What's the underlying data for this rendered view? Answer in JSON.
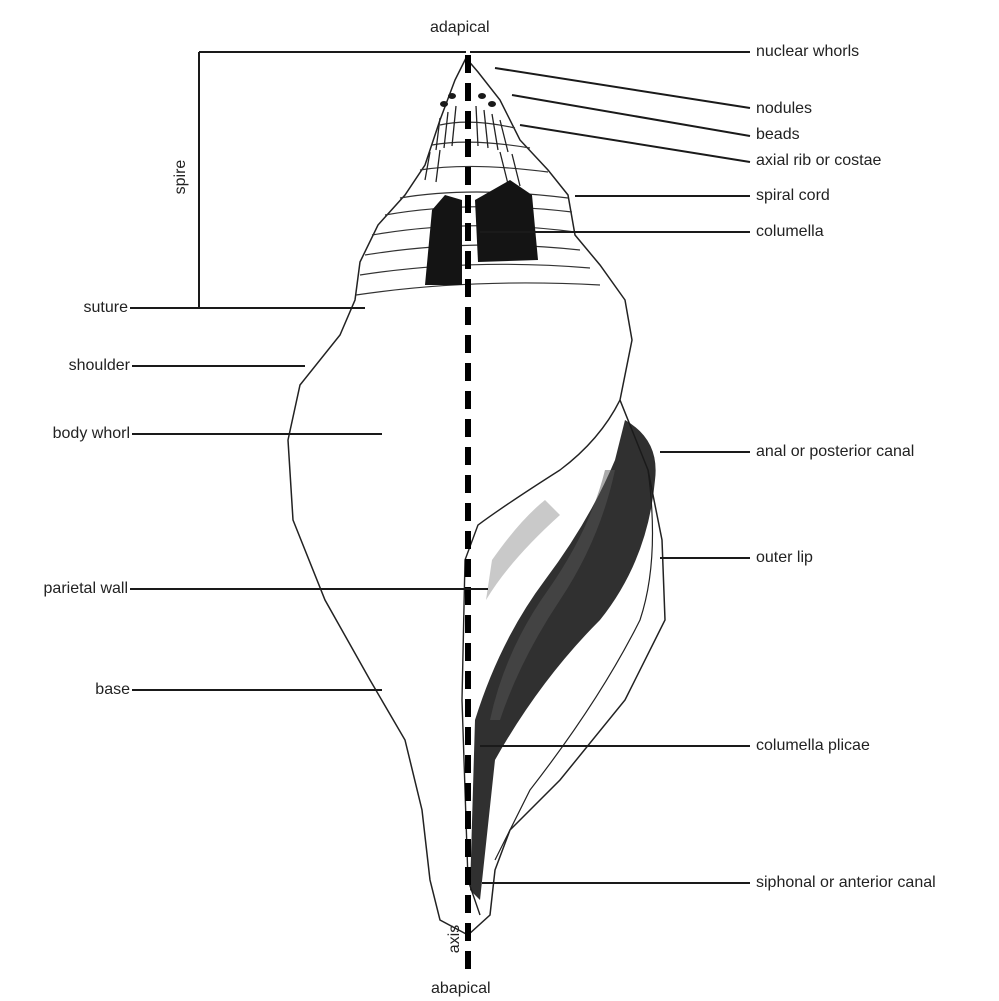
{
  "colors": {
    "ink": "#151515",
    "line": "#1a1a1a",
    "background": "#ffffff"
  },
  "labels": {
    "adapical": "adapical",
    "abapical": "abapical",
    "axis": "axis",
    "spire": "spire",
    "nuclear_whorls": "nuclear whorls",
    "nodules": "nodules",
    "beads": "beads",
    "axial_rib": "axial rib or costae",
    "spiral_cord": "spiral cord",
    "columella": "columella",
    "suture": "suture",
    "shoulder": "shoulder",
    "body_whorl": "body whorl",
    "anal_canal": "anal or posterior canal",
    "outer_lip": "outer lip",
    "parietal_wall": "parietal wall",
    "base": "base",
    "columella_plicae": "columella plicae",
    "siphonal_canal": "siphonal or anterior canal"
  }
}
